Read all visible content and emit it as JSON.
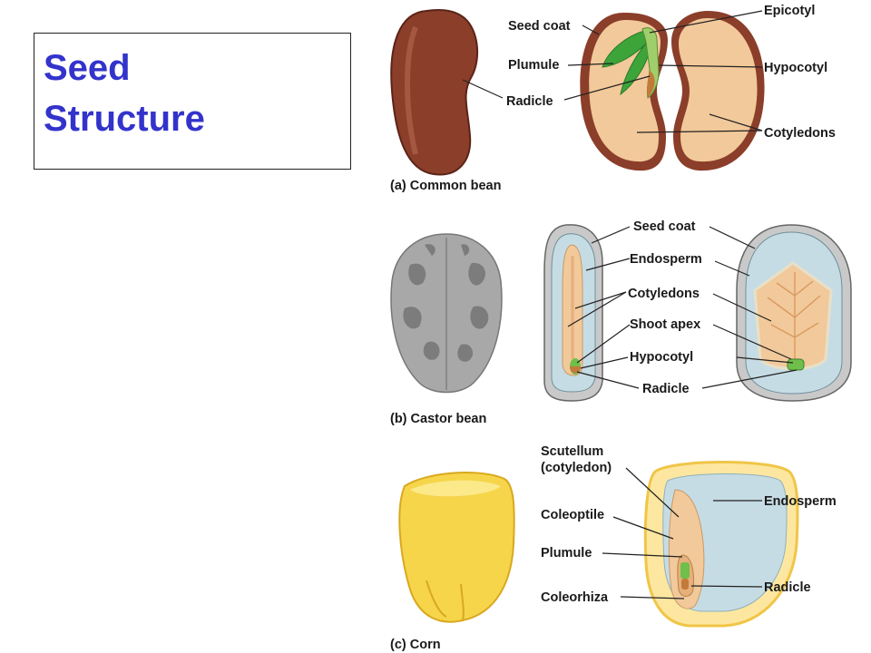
{
  "title": {
    "line1": "Seed",
    "line2": "Structure"
  },
  "panel_a": {
    "caption": "(a) Common bean",
    "labels": {
      "seed_coat": "Seed coat",
      "plumule": "Plumule",
      "radicle": "Radicle",
      "epicotyl": "Epicotyl",
      "hypocotyl": "Hypocotyl",
      "cotyledons": "Cotyledons"
    }
  },
  "panel_b": {
    "caption": "(b) Castor bean",
    "labels": {
      "seed_coat": "Seed coat",
      "endosperm": "Endosperm",
      "cotyledons": "Cotyledons",
      "shoot_apex": "Shoot apex",
      "hypocotyl": "Hypocotyl",
      "radicle": "Radicle"
    }
  },
  "panel_c": {
    "caption": "(c) Corn",
    "labels": {
      "scutellum_1": "Scutellum",
      "scutellum_2": "(cotyledon)",
      "coleoptile": "Coleoptile",
      "plumule": "Plumule",
      "coleorhiza": "Coleorhiza",
      "endosperm": "Endosperm",
      "radicle": "Radicle"
    }
  },
  "colors": {
    "title": "#3333cc",
    "bean_brown": "#8b3e2a",
    "tissue": "#f2c99a",
    "endosperm_blue": "#c6dce4",
    "corn_yellow": "#f6d54a",
    "embryo_green": "#6fbf4a"
  }
}
